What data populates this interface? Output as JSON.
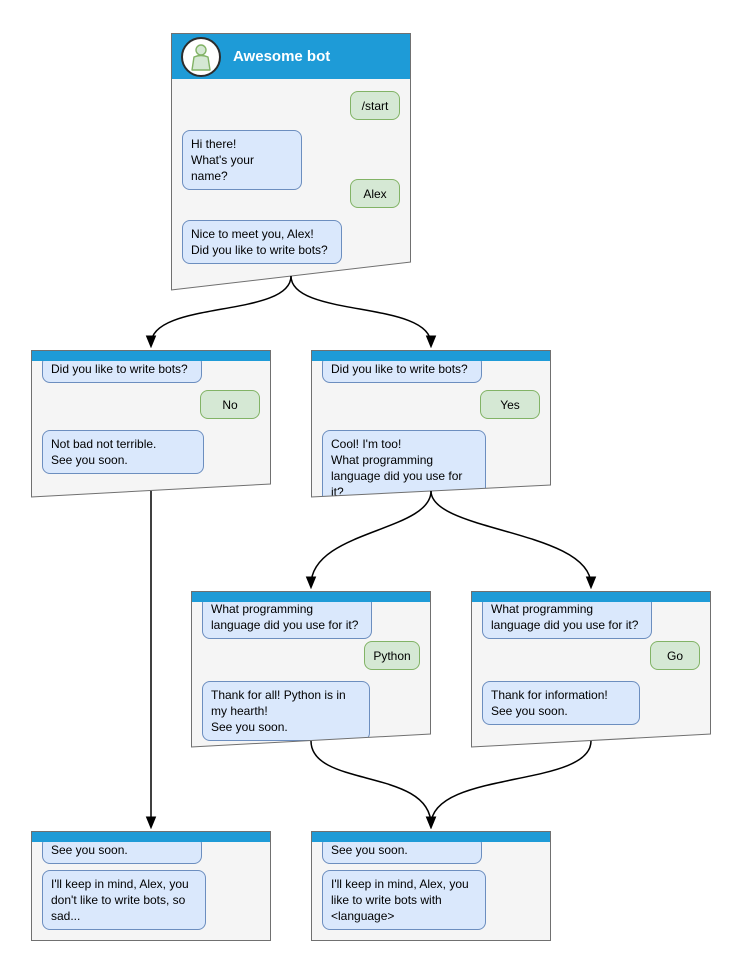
{
  "colors": {
    "titlebar_blue": "#1e9bd7",
    "window_bg": "#f5f5f5",
    "window_border": "#707070",
    "bot_bubble_bg": "#dae8fc",
    "bot_bubble_border": "#6c8ebf",
    "user_bubble_bg": "#d5e8d4",
    "user_bubble_border": "#82b366",
    "arrow": "#000000"
  },
  "icons": {
    "avatar": "person-icon"
  },
  "windows": [
    {
      "id": "start",
      "title": "Awesome bot",
      "messages": [
        {
          "side": "user",
          "text": "/start"
        },
        {
          "side": "bot",
          "text": "Hi there!\nWhat's your name?"
        },
        {
          "side": "user",
          "text": "Alex"
        },
        {
          "side": "bot",
          "text": "Nice to meet you, Alex!\nDid you like to write bots?"
        }
      ]
    },
    {
      "id": "branch-no",
      "messages": [
        {
          "side": "bot",
          "text": "Did you like to write bots?"
        },
        {
          "side": "user",
          "text": "No"
        },
        {
          "side": "bot",
          "text": "Not bad not terrible.\nSee you soon."
        }
      ]
    },
    {
      "id": "branch-yes",
      "messages": [
        {
          "side": "bot",
          "text": "Did you like to write bots?"
        },
        {
          "side": "user",
          "text": "Yes"
        },
        {
          "side": "bot",
          "text": "Cool! I'm too!\nWhat programming\nlanguage did you use for it?"
        }
      ]
    },
    {
      "id": "branch-python",
      "messages": [
        {
          "side": "bot",
          "text": "What programming\nlanguage did you use for it?"
        },
        {
          "side": "user",
          "text": "Python"
        },
        {
          "side": "bot",
          "text": "Thank for all! Python is in\nmy hearth!\nSee you soon."
        }
      ]
    },
    {
      "id": "branch-go",
      "messages": [
        {
          "side": "bot",
          "text": "What programming\nlanguage did you use for it?"
        },
        {
          "side": "user",
          "text": "Go"
        },
        {
          "side": "bot",
          "text": "Thank for information!\nSee you soon."
        }
      ]
    },
    {
      "id": "end-no",
      "messages": [
        {
          "side": "bot",
          "text": "See you soon."
        },
        {
          "side": "bot",
          "text": "I'll keep in mind, Alex, you\ndon't like to write bots, so\nsad..."
        }
      ]
    },
    {
      "id": "end-yes",
      "messages": [
        {
          "side": "bot",
          "text": "See you soon."
        },
        {
          "side": "bot",
          "text": "I'll keep in mind, Alex, you\nlike to write bots with\n<language>"
        }
      ]
    }
  ]
}
